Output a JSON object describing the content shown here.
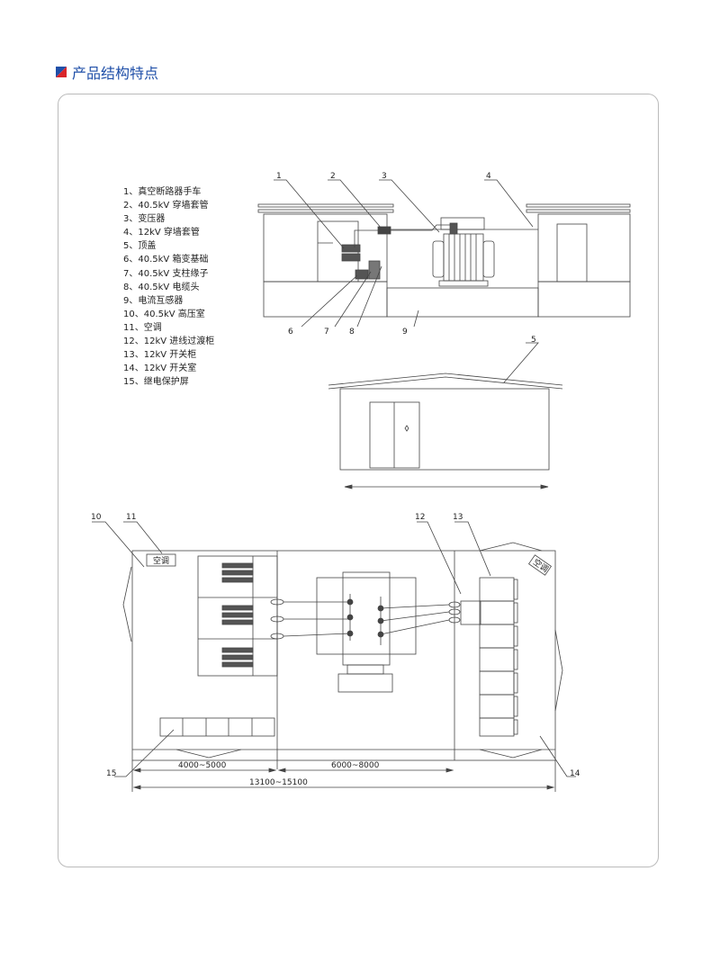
{
  "header": {
    "title": "产品结构特点",
    "icon": "blue-red-diagonal-square-icon"
  },
  "legend": [
    "1、真空断路器手车",
    "2、40.5kV 穿墙套管",
    "3、变压器",
    "4、12kV 穿墙套管",
    "5、顶盖",
    "6、40.5kV 箱变基础",
    "7、40.5kV 支柱缘子",
    "8、40.5kV 电缆头",
    "9、电流互感器",
    "10、40.5kV 高压室",
    "11、空调",
    "12、12kV 进线过渡柜",
    "13、12kV 开关柜",
    "14、12kV 开关室",
    "15、继电保护屏"
  ],
  "callouts": {
    "c1": "1",
    "c2": "2",
    "c3": "3",
    "c4": "4",
    "c5": "5",
    "c6": "6",
    "c7": "7",
    "c8": "8",
    "c9": "9",
    "c10": "10",
    "c11": "11",
    "c12": "12",
    "c13": "13",
    "c14": "14",
    "c15": "15"
  },
  "plan": {
    "ac_label": "空调",
    "dim_left": "4000~5000",
    "dim_mid": "6000~8000",
    "dim_total": "13100~15100"
  }
}
